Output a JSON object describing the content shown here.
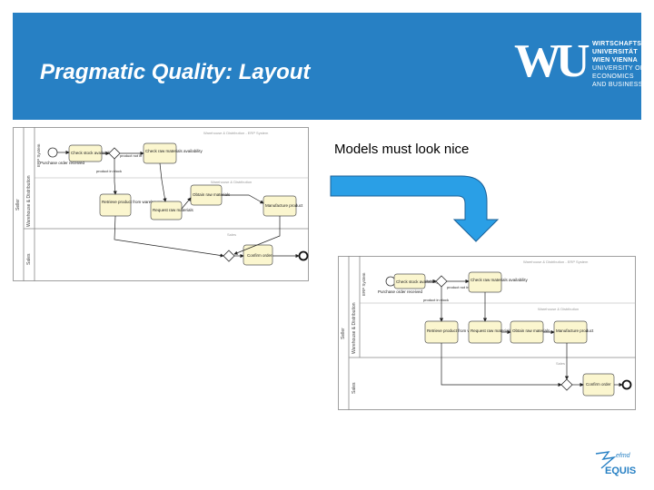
{
  "slide": {
    "title": "Pragmatic Quality: Layout",
    "caption": "Models must look nice"
  },
  "logo": {
    "mark": "WU",
    "lines": [
      "WIRTSCHAFTS",
      "UNIVERSITÄT",
      "WIEN VIENNA",
      "UNIVERSITY OF",
      "ECONOMICS",
      "AND BUSINESS"
    ]
  },
  "diagram_top": {
    "pool_label": "Seller",
    "lane_erp": "ERP System",
    "lane_warehouse": "Warehouse & Distribution",
    "lane_sales": "Sales",
    "lane_header_erp": "Warehouse & Distribution - ERP System",
    "lane_header_wd": "Warehouse & Distribution",
    "lane_header_sales": "Sales",
    "start_label": "Purchase order received",
    "check_stock": "Check stock availability",
    "check_raw": "Check raw materials availability",
    "product_not_in_stock": "product not in stock",
    "product_in_stock": "product in stock",
    "retrieve": "Retrieve product from warehouse",
    "obtain_raw": "Obtain raw materials",
    "request_raw": "Request raw materials",
    "manufacture": "Manufacture product",
    "confirm": "Confirm order"
  },
  "diagram_bottom": {
    "pool_label": "Seller",
    "lane_erp": "ERP System",
    "lane_warehouse": "Warehouse & Distribution",
    "lane_sales": "Sales",
    "lane_header_erp": "Warehouse & Distribution - ERP System",
    "lane_header_wd": "Warehouse & Distribution",
    "lane_header_sales": "Sales",
    "start_label": "Purchase order received",
    "check_stock": "Check stock availability",
    "check_raw": "Check raw materials availability",
    "product_not_in_stock": "product not in stock",
    "product_in_stock": "product in stock",
    "retrieve": "Retrieve product from warehouse",
    "request_raw": "Request raw materials",
    "obtain_raw": "Obtain raw materials",
    "manufacture": "Manufacture product",
    "confirm": "Confirm order"
  },
  "accreditation": {
    "efmd": "efmd",
    "equis": "EQUIS"
  },
  "colors": {
    "header_blue": "#2780c4",
    "arrow_blue": "#2a9fe6",
    "task_fill": "#fbf6cf"
  }
}
